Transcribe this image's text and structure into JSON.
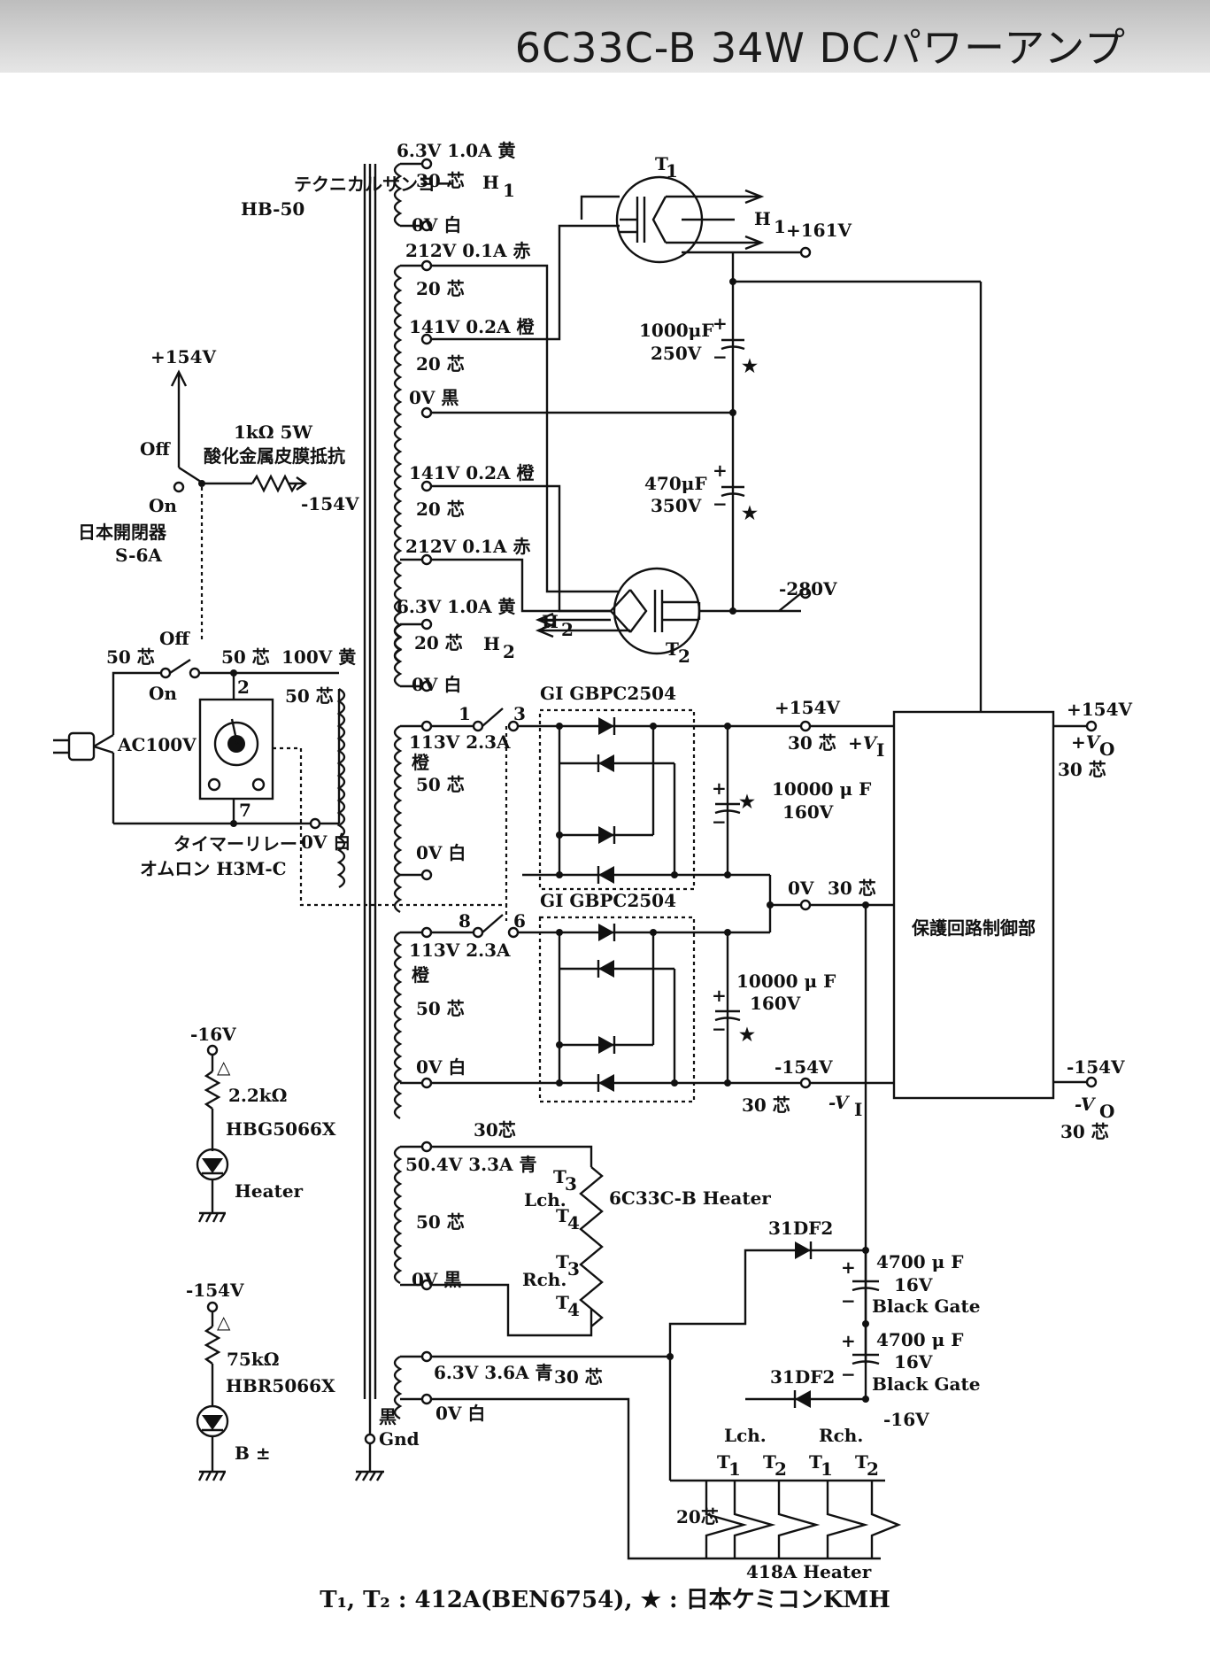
{
  "header": {
    "title": "6C33C-B 34W DCパワーアンプ"
  },
  "transformer": {
    "maker": "テクニカルサンヨー",
    "model": "HB-50",
    "core_label": "黒",
    "gnd_label": "Gnd"
  },
  "windings": {
    "h1_top": "6.3V 1.0A 黄",
    "h1_cores": "30 芯",
    "h1_name": "H",
    "h1_sub": "1",
    "h1_bottom": "0V 白",
    "hv1": "212V 0.1A 赤",
    "hv_c1": "20 芯",
    "hv2": "141V 0.2A 橙",
    "hv_c2": "20 芯",
    "hv0": "0V 黒",
    "hv3": "141V 0.2A 橙",
    "hv_c3": "20 芯",
    "hv4": "212V 0.1A 赤",
    "h2_top": "6.3V 1.0A 黄",
    "h2_cores": "20 芯",
    "h2_name": "H",
    "h2_sub": "2",
    "h2_bottom": "0V 白",
    "pri_cores_top": "50 芯",
    "pri_100v": "100V 黄",
    "pri_cores": "50 芯",
    "pri_0v": "0V 白",
    "s1_v": "113V 2.3A",
    "s1_color": "橙",
    "s1_cores": "50 芯",
    "s1_0v": "0V 白",
    "s2_v": "113V 2.3A",
    "s2_color": "橙",
    "s2_cores": "50 芯",
    "s2_0v": "0V 白",
    "ht_cores_top": "30芯",
    "ht_v": "50.4V 3.3A 青",
    "ht_cores": "50 芯",
    "ht_0v": "0V 黒",
    "fh_v": "6.3V 3.6A 青",
    "fh_cores": "30 芯",
    "fh_0v": "0V 白"
  },
  "tubes": {
    "t1": "T",
    "t1_sub": "1",
    "t2": "T",
    "t2_sub": "2",
    "h1_arrow": "H",
    "h1_arrow_sub": "1",
    "v161": "+161V",
    "v280": "-280V"
  },
  "caps": {
    "c1_val": "1000μF",
    "c1_v": "250V",
    "c2_val": "470μF",
    "c2_v": "350V",
    "c3_val": "10000 μ F",
    "c3_v": "160V",
    "c4_val": "10000 μ F",
    "c4_v": "160V",
    "c5_val": "4700 μ F",
    "c5_v": "16V",
    "c5_t": "Black Gate",
    "c6_val": "4700 μ F",
    "c6_v": "16V",
    "c6_t": "Black Gate",
    "plus": "+",
    "minus": "−",
    "star": "★"
  },
  "switch_top": {
    "v": "+154V",
    "off": "Off",
    "on": "On",
    "res": "1kΩ 5W",
    "res_type": "酸化金属皮膜抵抗",
    "out": "-154V",
    "maker": "日本開閉器",
    "model": "S-6A"
  },
  "mains": {
    "cores": "50 芯",
    "off": "Off",
    "on": "On",
    "cores2": "50 芯",
    "ac": "AC100V",
    "p2": "2",
    "p7": "7",
    "relay": "タイマーリレー",
    "relay_model": "オムロン H3M-C",
    "p1": "1",
    "p3": "3",
    "p8": "8",
    "p6": "6"
  },
  "rectifiers": {
    "br1": "GI GBPC2504",
    "br2": "GI GBPC2504"
  },
  "rails": {
    "p154": "+154V",
    "p154_cores": "30 芯",
    "vi_plus": "+V",
    "vi_sub": "I",
    "zero": "0V",
    "zero_cores": "30 芯",
    "m154": "-154V",
    "m154_cores": "30 芯",
    "vi_minus": "-V",
    "out_p154": "+154V",
    "vo_plus": "+V",
    "vo_sub": "O",
    "out_cores1": "30 芯",
    "out_m154": "-154V",
    "vo_minus": "-V",
    "out_cores2": "30 芯"
  },
  "protection": {
    "label": "保護回路制御部"
  },
  "leds": {
    "l1_v": "-16V",
    "l1_r": "2.2kΩ",
    "l1_led": "HBG5066X",
    "l1_name": "Heater",
    "l2_v": "-154V",
    "l2_r": "75kΩ",
    "l2_led": "HBR5066X",
    "l2_name": "B ±",
    "tri": "△"
  },
  "heater": {
    "t3": "T",
    "t3_sub": "3",
    "t4": "T",
    "t4_sub": "4",
    "lch": "Lch.",
    "rch": "Rch.",
    "label": "6C33C-B Heater"
  },
  "bias": {
    "d1": "31DF2",
    "d2": "31DF2",
    "out": "-16V",
    "lch": "Lch.",
    "rch": "Rch.",
    "t1": "T",
    "t1_sub": "1",
    "t2": "T",
    "t2_sub": "2",
    "cores": "20芯",
    "label": "418A Heater"
  },
  "caption": "T₁, T₂ : 412A(BEN6754), ★ : 日本ケミコンKMH"
}
